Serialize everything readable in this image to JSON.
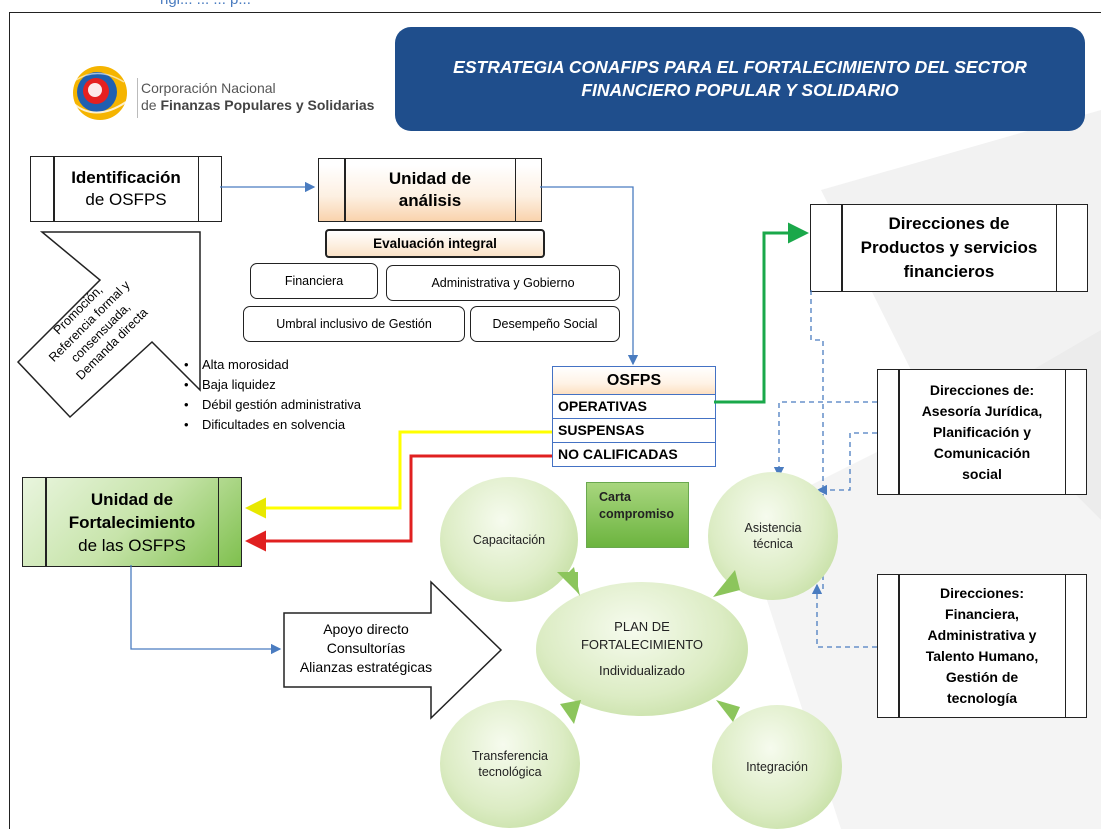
{
  "slide": {
    "cut_caption": "ngi... ... ... p...",
    "banner": {
      "line1": "ESTRATEGIA CONAFIPS PARA EL FORTALECIMIENTO DEL SECTOR",
      "line2": "FINANCIERO POPULAR Y SOLIDARIO"
    },
    "logo": {
      "line1": "Corporación Nacional",
      "line2_prefix": "de ",
      "line2_bold": "Finanzas Populares y Solidarias"
    },
    "identificacion": {
      "bold": "Identificación",
      "normal": "de OSFPS"
    },
    "unidad_analisis": {
      "line1": "Unidad de",
      "line2": "análisis"
    },
    "evaluacion": "Evaluación integral",
    "pills": {
      "financiera": "Financiera",
      "administrativa": "Administrativa y Gobierno",
      "umbral": "Umbral inclusivo de Gestión",
      "desempeno": "Desempeño Social"
    },
    "promotion_arrow": {
      "line1": "Promoción,",
      "line2": "Referencia formal y",
      "line3": "consensuada,",
      "line4": "Demanda directa"
    },
    "bullets": [
      "Alta morosidad",
      "Baja liquidez",
      "Débil gestión administrativa",
      "Dificultades en solvencia"
    ],
    "osfps_table": {
      "header": "OSFPS",
      "rows": [
        "OPERATIVAS",
        "SUSPENSAS",
        "NO CALIFICADAS"
      ]
    },
    "direcciones_productos": {
      "line1": "Direcciones de",
      "line2": "Productos y servicios",
      "line3": "financieros"
    },
    "direcciones_asesoria": {
      "line1": "Direcciones de:",
      "line2": "Asesoría Jurídica,",
      "line3": "Planificación y",
      "line4": "Comunicación",
      "line5": "social"
    },
    "direcciones_financiera": {
      "line1": "Direcciones:",
      "line2": "Financiera,",
      "line3": "Administrativa y",
      "line4": "Talento Humano,",
      "line5": "Gestión de",
      "line6": "tecnología"
    },
    "unidad_fortalecimiento": {
      "line1": "Unidad de",
      "line2": "Fortalecimiento",
      "line3": "de las OSFPS"
    },
    "apoyo_arrow": {
      "line1": "Apoyo directo",
      "line2": "Consultorías",
      "line3": "Alianzas estratégicas"
    },
    "carta": {
      "line1": "Carta",
      "line2": "compromiso"
    },
    "circles": {
      "capacitacion": "Capacitación",
      "asistencia_line1": "Asistencia",
      "asistencia_line2": "técnica",
      "plan_line1": "PLAN DE",
      "plan_line2": "FORTALECIMIENTO",
      "plan_line3": "Individualizado",
      "transferencia_line1": "Transferencia",
      "transferencia_line2": "tecnológica",
      "integracion": "Integración"
    },
    "colors": {
      "banner": "#1f4e8c",
      "flow_blue": "#4a7cc0",
      "flow_green": "#1aa84a",
      "flow_yellow": "#ffff00",
      "flow_red": "#e02020",
      "circle_green": "#b7d78f",
      "green_box": "#6cb43f"
    }
  }
}
